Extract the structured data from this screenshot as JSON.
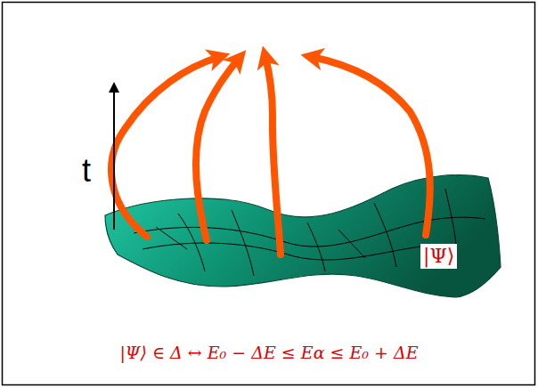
{
  "diagram": {
    "labels": [
      "t",
      "|Ψ⟩",
      "|Ψ⟩ ∈ Δ ↔ E₀ − ΔE ≤ Eα ≤ E₀ + ΔE"
    ]
  }
}
